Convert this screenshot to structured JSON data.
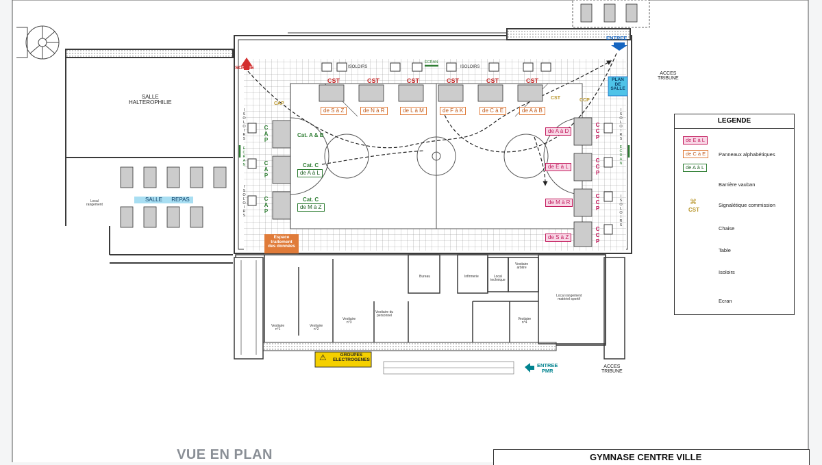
{
  "labels": {
    "salle_halterophilie": "SALLE\nHALTEROPHILIE",
    "salle_repas": "SALLE      REPAS",
    "sortie": "SORTIE",
    "entree": "ENTREE",
    "entree_pmr": "ENTREE\nPMR",
    "acces_tribune_top": "ACCES\nTRIBUNE",
    "acces_tribune_bottom": "ACCES\nTRIBUNE",
    "plan_de_salle": "PLAN\nDE\nSALLE",
    "ecran_top": "ECRAN",
    "isoloirs": "ISOLOIRS",
    "ecran": "ECRAN",
    "espace_traitement": "Espace\ntraitement\ndes données",
    "groupes_electrogenes": "GROUPES\nELECTROGENES",
    "vue_en_plan": "VUE EN PLAN",
    "gymnase": "GYMNASE CENTRE VILLE",
    "cap": "CAP",
    "ccp": "CCP",
    "cst": "CST",
    "cat_ab": "Cat. A & B",
    "cat_c1": "Cat. C",
    "cat_c2": "Cat. C",
    "bureau": "Bureau",
    "infirmerie": "Infirmerie",
    "local_technique": "Local\ntechnique",
    "vestiaire_arbitre": "Vestiaire\narbitre",
    "local_rangement": "Local rangement\nmatériel sportif",
    "vestiaire_1": "Vestiaire\nn°1",
    "vestiaire_2": "Vestiaire\nn°2",
    "vestiaire_3": "Vestiaire\nn°3",
    "vestiaire_4": "Vestiaire\nn°4",
    "vestiaire_personnel": "Vestiaire du\npersonnel",
    "local_rangement_small": "Local\nrangement"
  },
  "cst_top_tags": [
    "de S à Z",
    "de N à R",
    "de L à M",
    "de F à K",
    "de C à E",
    "de A à B"
  ],
  "left_tags": [
    "de A à L",
    "de M à Z"
  ],
  "right_tags": [
    "de A à D",
    "de E à L",
    "de M à R",
    "de S à Z"
  ],
  "legend": {
    "title": "LEGENDE",
    "items": [
      {
        "tag": "de E à L",
        "text": "Panneaux alphabétiques"
      },
      {
        "tag": "de C à E",
        "text": ""
      },
      {
        "tag": "de A à L",
        "text": ""
      },
      {
        "text": "Barrière vauban"
      },
      {
        "text": "Signalétique commission",
        "sym": "CST"
      },
      {
        "text": "Chaise"
      },
      {
        "text": "Table"
      },
      {
        "text": "Isoloirs"
      },
      {
        "text": "Ecran"
      }
    ]
  },
  "colors": {
    "wall": "#3a3a3a",
    "court_line": "#555555",
    "exit_red": "#d32f2f",
    "entry_blue": "#1565c0",
    "pmr_teal": "#00838f",
    "orange_box": "#e07b39",
    "yellow_box": "#f5d000",
    "cyan_box": "#4fc3e8",
    "green": "#2e7d32",
    "pink": "#c2185b",
    "cst_gold": "#b8952a"
  }
}
